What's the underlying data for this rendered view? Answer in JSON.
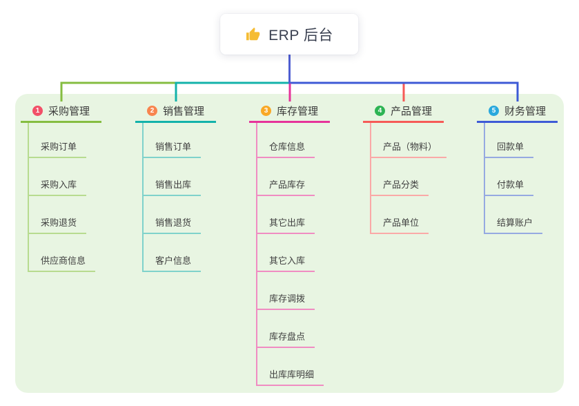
{
  "root": {
    "label": "ERP 后台",
    "icon": "thumbs-up"
  },
  "colors": {
    "panel_background": "#e8f5e2",
    "trunk_line": "#4f5ed2",
    "root_text": "#3a4050",
    "thumb_icon": "#f5bc33"
  },
  "branches": [
    {
      "number": "1",
      "title": "采购管理",
      "badge_color": "#f25068",
      "line_color": "#85bd41",
      "child_line_color": "#b7db8f",
      "children": [
        "采购订单",
        "采购入库",
        "采购退货",
        "供应商信息"
      ]
    },
    {
      "number": "2",
      "title": "销售管理",
      "badge_color": "#f8854f",
      "line_color": "#13b2aa",
      "child_line_color": "#7fd2cb",
      "children": [
        "销售订单",
        "销售出库",
        "销售退货",
        "客户信息"
      ]
    },
    {
      "number": "3",
      "title": "库存管理",
      "badge_color": "#f9a825",
      "line_color": "#e6339a",
      "child_line_color": "#f08cc2",
      "children": [
        "仓库信息",
        "产品库存",
        "其它出库",
        "其它入库",
        "库存调拨",
        "库存盘点",
        "出库库明细"
      ]
    },
    {
      "number": "4",
      "title": "产品管理",
      "badge_color": "#2eb454",
      "line_color": "#f65a57",
      "child_line_color": "#faa9a7",
      "children": [
        "产品（物料）",
        "产品分类",
        "产品单位"
      ]
    },
    {
      "number": "5",
      "title": "财务管理",
      "badge_color": "#29a8dd",
      "line_color": "#3d5ad6",
      "child_line_color": "#95a9e1",
      "children": [
        "回款单",
        "付款单",
        "结算账户"
      ]
    }
  ]
}
